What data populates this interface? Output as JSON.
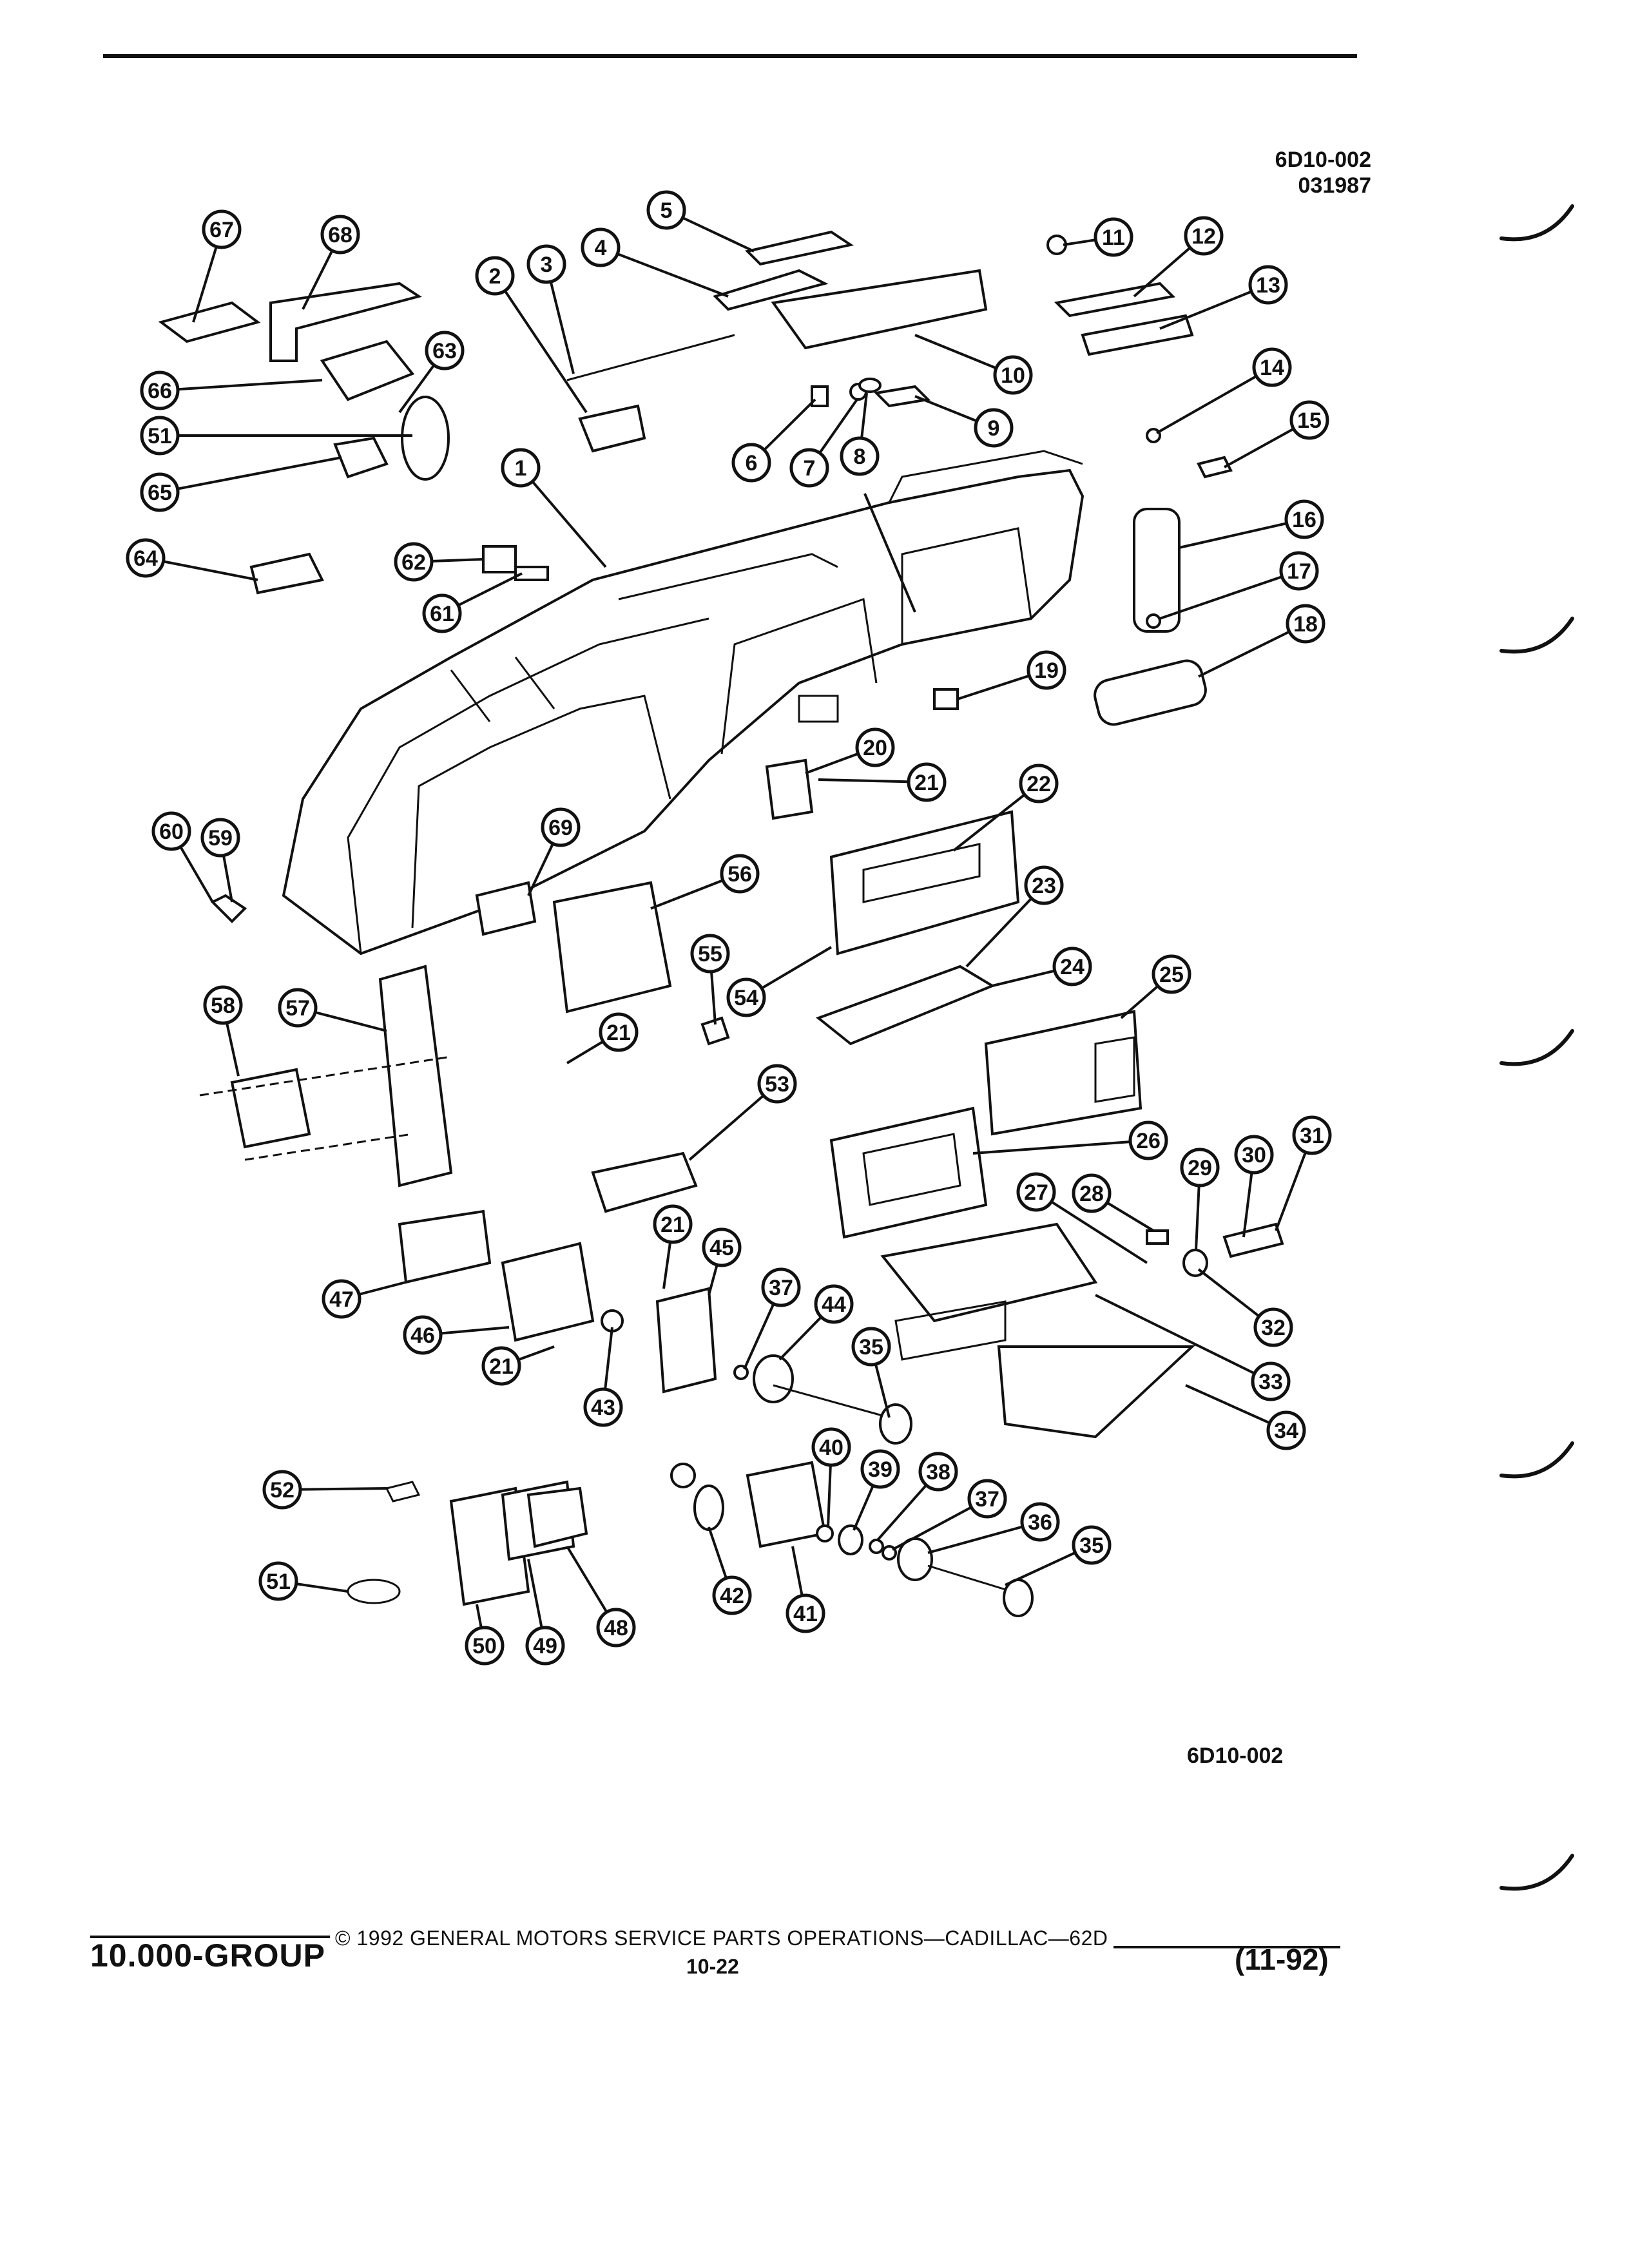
{
  "header": {
    "figure_code": "6D10-002",
    "figure_number": "031987"
  },
  "figure": {
    "code_bottom": "6D10-002",
    "callouts": [
      {
        "id": "c67",
        "label": "67"
      },
      {
        "id": "c68",
        "label": "68"
      },
      {
        "id": "c66",
        "label": "66"
      },
      {
        "id": "c63",
        "label": "63"
      },
      {
        "id": "c51a",
        "label": "51"
      },
      {
        "id": "c65",
        "label": "65"
      },
      {
        "id": "c64",
        "label": "64"
      },
      {
        "id": "c2",
        "label": "2"
      },
      {
        "id": "c3",
        "label": "3"
      },
      {
        "id": "c4",
        "label": "4"
      },
      {
        "id": "c5",
        "label": "5"
      },
      {
        "id": "c11",
        "label": "11"
      },
      {
        "id": "c12",
        "label": "12"
      },
      {
        "id": "c13",
        "label": "13"
      },
      {
        "id": "c10",
        "label": "10"
      },
      {
        "id": "c9",
        "label": "9"
      },
      {
        "id": "c8",
        "label": "8"
      },
      {
        "id": "c7",
        "label": "7"
      },
      {
        "id": "c6",
        "label": "6"
      },
      {
        "id": "c14",
        "label": "14"
      },
      {
        "id": "c15",
        "label": "15"
      },
      {
        "id": "c1",
        "label": "1"
      },
      {
        "id": "c62",
        "label": "62"
      },
      {
        "id": "c61",
        "label": "61"
      },
      {
        "id": "c16",
        "label": "16"
      },
      {
        "id": "c17",
        "label": "17"
      },
      {
        "id": "c18",
        "label": "18"
      },
      {
        "id": "c19",
        "label": "19"
      },
      {
        "id": "c20",
        "label": "20"
      },
      {
        "id": "c21a",
        "label": "21"
      },
      {
        "id": "c22",
        "label": "22"
      },
      {
        "id": "c60",
        "label": "60"
      },
      {
        "id": "c59",
        "label": "59"
      },
      {
        "id": "c69",
        "label": "69"
      },
      {
        "id": "c56",
        "label": "56"
      },
      {
        "id": "c23",
        "label": "23"
      },
      {
        "id": "c24",
        "label": "24"
      },
      {
        "id": "c55",
        "label": "55"
      },
      {
        "id": "c54",
        "label": "54"
      },
      {
        "id": "c25",
        "label": "25"
      },
      {
        "id": "c58",
        "label": "58"
      },
      {
        "id": "c57",
        "label": "57"
      },
      {
        "id": "c21b",
        "label": "21"
      },
      {
        "id": "c53",
        "label": "53"
      },
      {
        "id": "c26",
        "label": "26"
      },
      {
        "id": "c31",
        "label": "31"
      },
      {
        "id": "c30",
        "label": "30"
      },
      {
        "id": "c29",
        "label": "29"
      },
      {
        "id": "c27",
        "label": "27"
      },
      {
        "id": "c28",
        "label": "28"
      },
      {
        "id": "c21c",
        "label": "21"
      },
      {
        "id": "c45",
        "label": "45"
      },
      {
        "id": "c37a",
        "label": "37"
      },
      {
        "id": "c44",
        "label": "44"
      },
      {
        "id": "c47",
        "label": "47"
      },
      {
        "id": "c46",
        "label": "46"
      },
      {
        "id": "c21d",
        "label": "21"
      },
      {
        "id": "c35a",
        "label": "35"
      },
      {
        "id": "c32",
        "label": "32"
      },
      {
        "id": "c33",
        "label": "33"
      },
      {
        "id": "c43",
        "label": "43"
      },
      {
        "id": "c34",
        "label": "34"
      },
      {
        "id": "c52",
        "label": "52"
      },
      {
        "id": "c40",
        "label": "40"
      },
      {
        "id": "c39",
        "label": "39"
      },
      {
        "id": "c38",
        "label": "38"
      },
      {
        "id": "c37b",
        "label": "37"
      },
      {
        "id": "c36",
        "label": "36"
      },
      {
        "id": "c35b",
        "label": "35"
      },
      {
        "id": "c51b",
        "label": "51"
      },
      {
        "id": "c42",
        "label": "42"
      },
      {
        "id": "c41",
        "label": "41"
      },
      {
        "id": "c48",
        "label": "48"
      },
      {
        "id": "c50",
        "label": "50"
      },
      {
        "id": "c49",
        "label": "49"
      }
    ]
  },
  "footer": {
    "group": "10.000-GROUP",
    "copyright": "© 1992 GENERAL MOTORS SERVICE PARTS OPERATIONS—CADILLAC—62D",
    "page": "10-22",
    "date_code": "(11-92)"
  }
}
